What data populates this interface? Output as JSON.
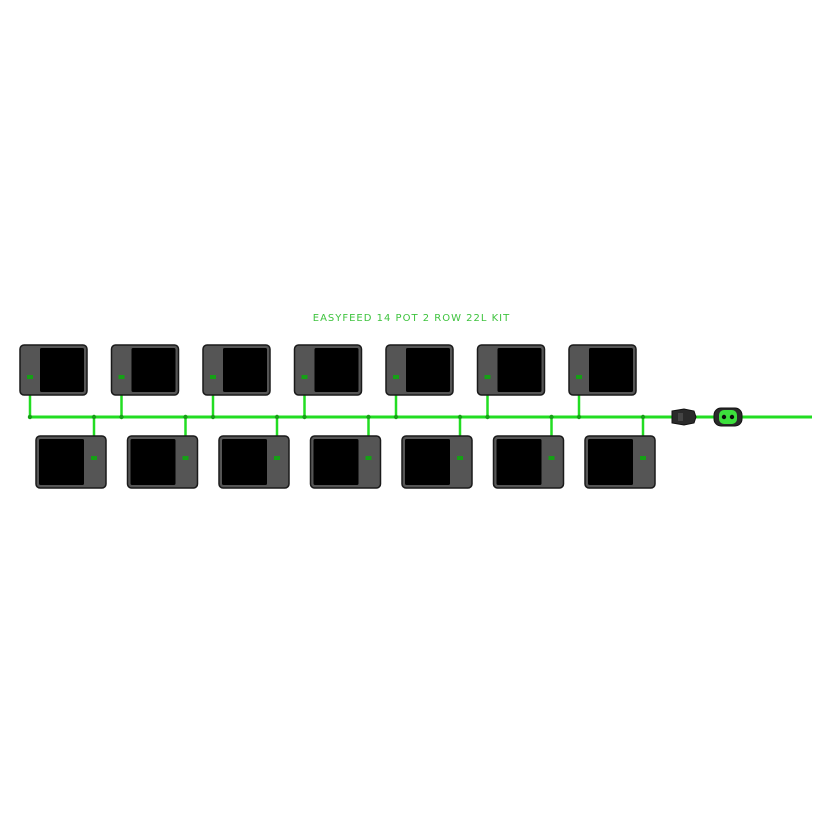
{
  "title": "EASYFEED 14 POT 2 ROW 22L KIT",
  "layout": {
    "rows": 2,
    "pots_per_row": 7,
    "top_row_pots": 7,
    "bottom_row_pots": 7
  },
  "colors": {
    "pipe": "#22dd22",
    "pipe_dark": "#16a016",
    "pot_outer": "#555555",
    "pot_inner": "#000000",
    "pot_border": "#1a1a1a",
    "title": "#3ec33e"
  },
  "icons": {
    "pot": "pot-icon",
    "valve": "valve-icon",
    "connector": "hose-connector-icon"
  }
}
